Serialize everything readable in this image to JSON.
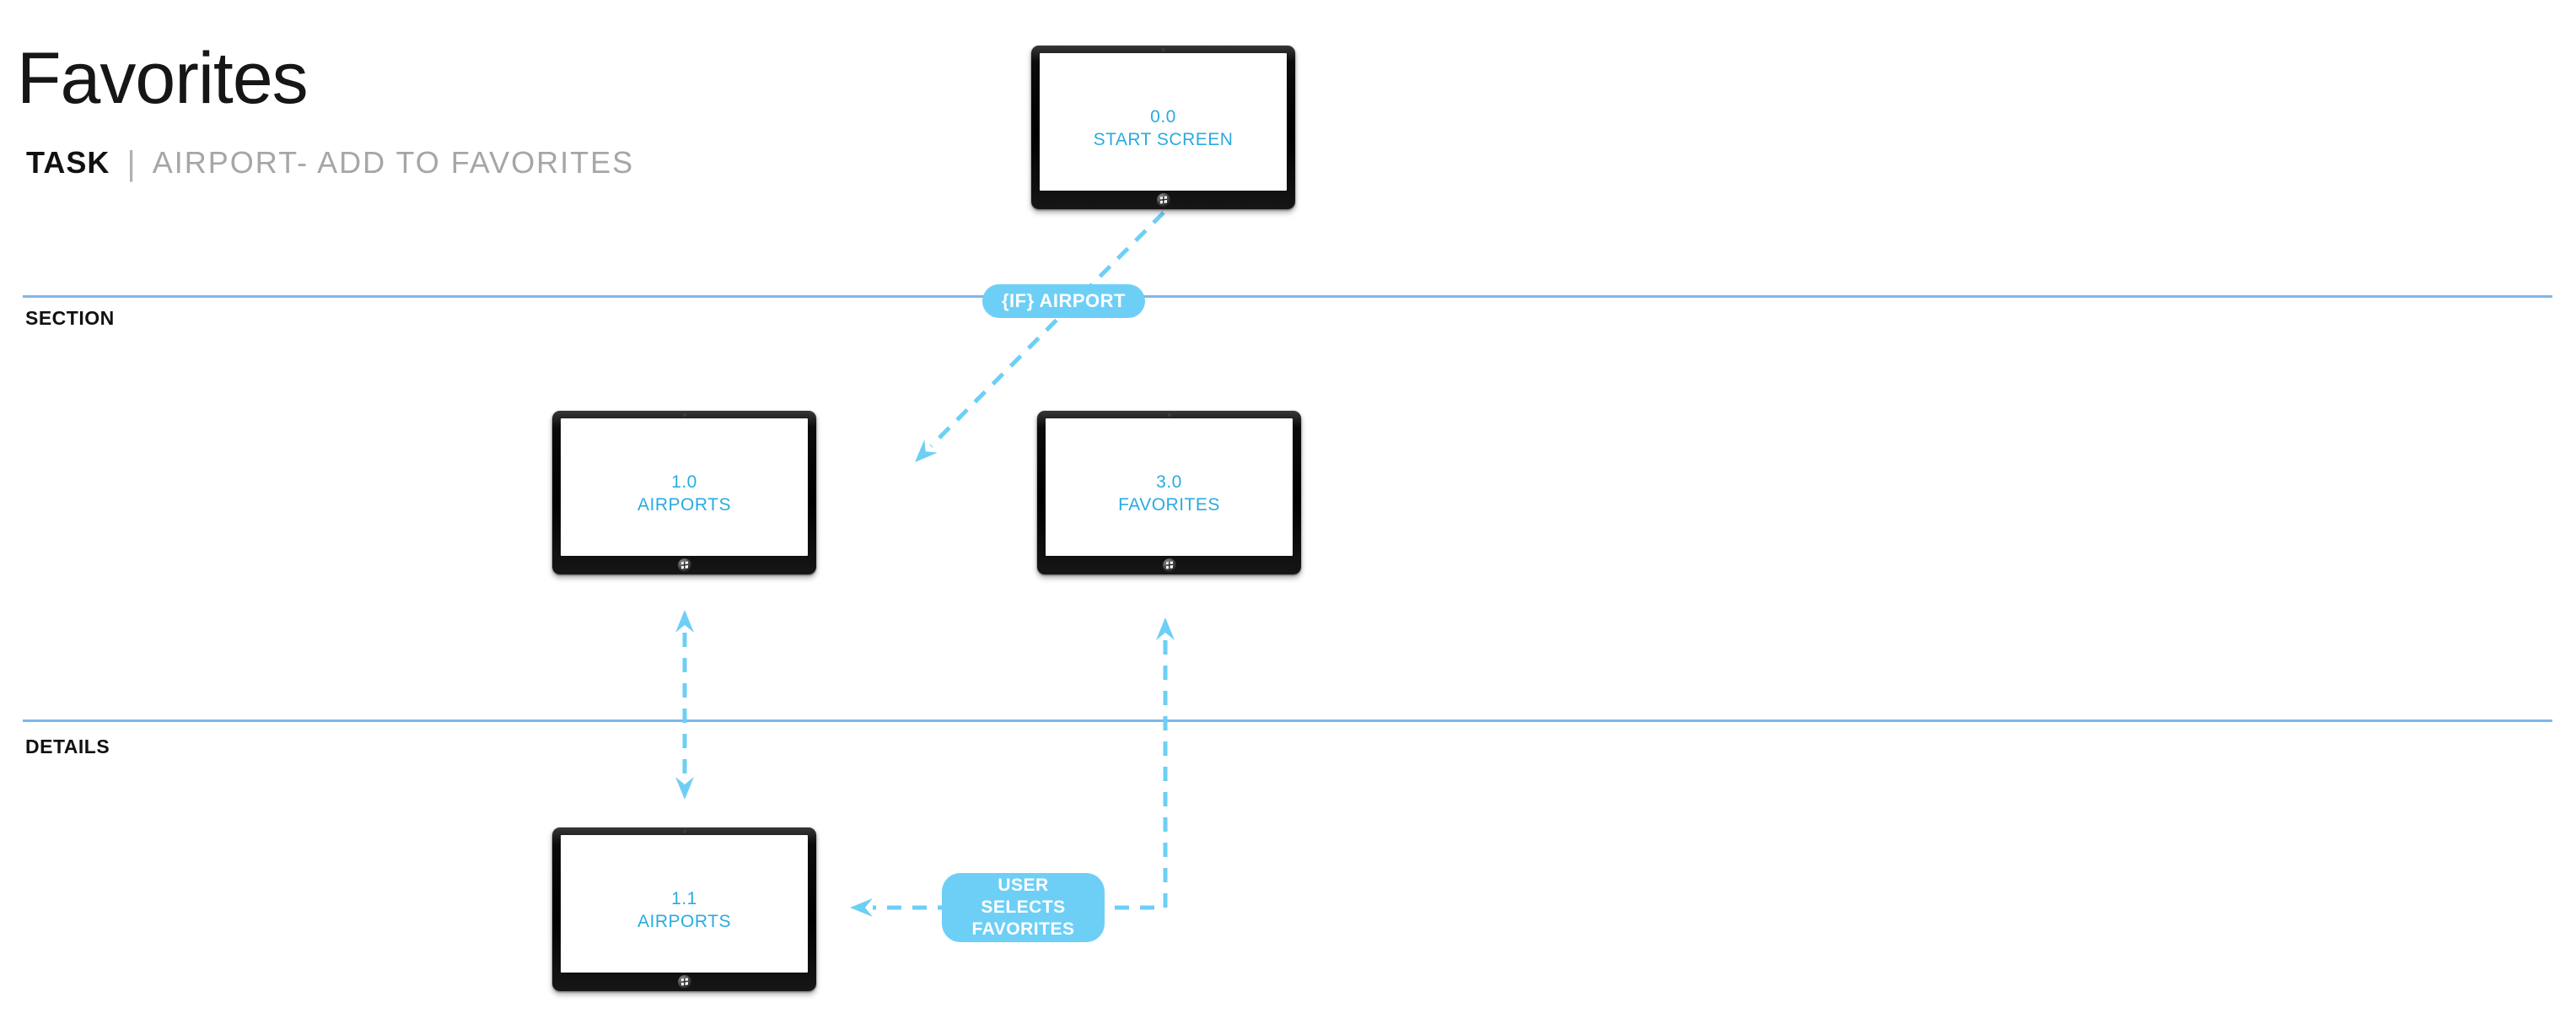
{
  "header": {
    "title": "Favorites",
    "task_label": "TASK",
    "task_separator": "|",
    "task_value": "AIRPORT- ADD TO FAVORITES"
  },
  "dividers": {
    "section_label": "SECTION",
    "details_label": "DETAILS"
  },
  "screens": {
    "start": {
      "id": "0.0",
      "name": "START SCREEN"
    },
    "airports": {
      "id": "1.0",
      "name": "AIRPORTS"
    },
    "favorites": {
      "id": "3.0",
      "name": "FAVORITES"
    },
    "airports_detail": {
      "id": "1.1",
      "name": "AIRPORTS"
    }
  },
  "badges": {
    "if_airport": {
      "label": "{IF} AIRPORT"
    },
    "user_selects": {
      "lines": [
        "USER",
        "SELECTS",
        "FAVORITES"
      ]
    }
  },
  "colors": {
    "accent_blue": "#29ABE2",
    "badge_blue": "#6DCFF6",
    "divider_blue": "#7FB7E8",
    "muted_gray": "#A7A5A6"
  }
}
